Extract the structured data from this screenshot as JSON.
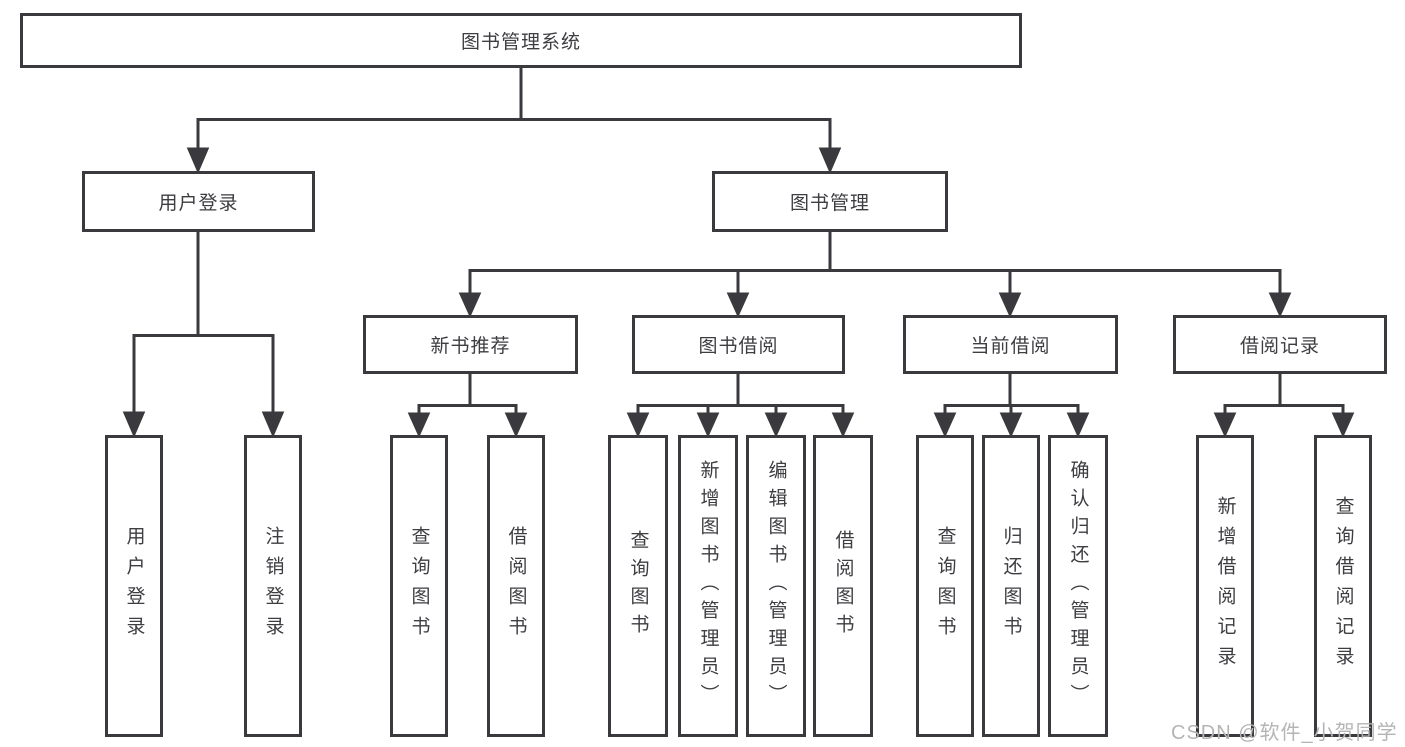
{
  "diagram": {
    "root": "图书管理系统",
    "level2": [
      "用户登录",
      "图书管理"
    ],
    "level3": [
      "新书推荐",
      "图书借阅",
      "当前借阅",
      "借阅记录"
    ],
    "leaves": {
      "user_login": [
        "用户登录",
        "注销登录"
      ],
      "new_book": [
        "查询图书",
        "借阅图书"
      ],
      "book_borrow": [
        "查询图书",
        "新增图书（管理员）",
        "编辑图书（管理员）",
        "借阅图书"
      ],
      "current_borrow": [
        "查询图书",
        "归还图书",
        "确认归还（管理员）"
      ],
      "borrow_records": [
        "新增借阅记录",
        "查询借阅记录"
      ]
    }
  },
  "colors": {
    "line": "#3a3a3e",
    "text": "#3d3d42",
    "background": "#ffffff",
    "watermark": "#b5b5b5"
  },
  "watermark": "CSDN @软件_小贺同学"
}
